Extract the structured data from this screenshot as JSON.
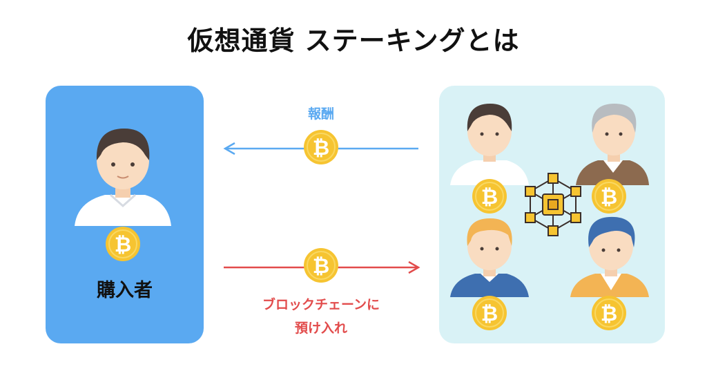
{
  "title": "仮想通貨 ステーキングとは",
  "buyer": {
    "label": "購入者"
  },
  "reward": {
    "label": "報酬"
  },
  "deposit": {
    "line1": "ブロックチェーンに",
    "line2": "預け入れ"
  },
  "colors": {
    "buyer_panel": "#5aa9f1",
    "network_panel": "#d9f2f6",
    "reward_arrow": "#5aa9f1",
    "deposit_arrow": "#e24c4c",
    "coin": "#f6c431",
    "coin_symbol": "#ffffff"
  },
  "icons": {
    "coin": "bitcoin-coin-icon",
    "person": "person-avatar-icon",
    "network": "blockchain-network-icon"
  }
}
